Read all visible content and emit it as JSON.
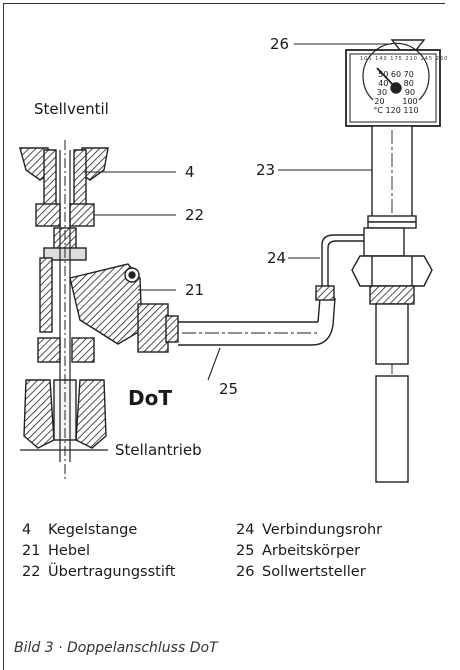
{
  "labels": {
    "stellventil": "Stellventil",
    "stellantrieb": "Stellantrieb",
    "dot": "DoT",
    "c4": "4",
    "c22": "22",
    "c21": "21",
    "c25": "25",
    "c23": "23",
    "c24": "24",
    "c26": "26"
  },
  "dial": {
    "scale_numbers": [
      "20",
      "30",
      "40",
      "50",
      "60",
      "70",
      "80",
      "90",
      "100",
      "110",
      "120"
    ],
    "unit": "°C",
    "small_marks": [
      "105",
      "140",
      "175",
      "210",
      "245",
      "280"
    ]
  },
  "legend": [
    {
      "num": "4",
      "text": "Kegelstange"
    },
    {
      "num": "21",
      "text": "Hebel"
    },
    {
      "num": "22",
      "text": "Übertragungsstift"
    },
    {
      "num": "24",
      "text": "Verbindungsrohr"
    },
    {
      "num": "25",
      "text": "Arbeitskörper"
    },
    {
      "num": "26",
      "text": "Sollwertsteller"
    }
  ],
  "caption": "Bild 3 · Doppelanschluss DoT"
}
